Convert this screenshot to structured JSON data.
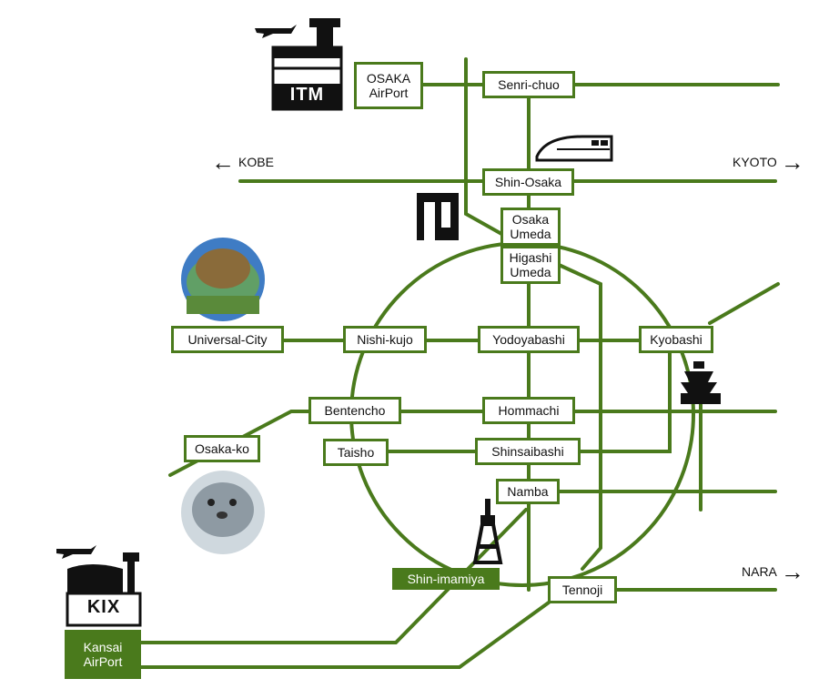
{
  "colors": {
    "line": "#4a7a1c",
    "text": "#111111",
    "label_bg": "#ffffff"
  },
  "stations": {
    "osaka_airport": "OSAKA\nAirPort",
    "senri_chuo": "Senri-chuo",
    "shin_osaka": "Shin-Osaka",
    "osaka_umeda": "Osaka\nUmeda",
    "higashi_umeda": "Higashi\nUmeda",
    "universal_city": "Universal-City",
    "nishi_kujo": "Nishi-kujo",
    "yodoyabashi": "Yodoyabashi",
    "kyobashi": "Kyobashi",
    "bentencho": "Bentencho",
    "hommachi": "Hommachi",
    "osaka_ko": "Osaka-ko",
    "taisho": "Taisho",
    "shinsaibashi": "Shinsaibashi",
    "namba": "Namba",
    "shin_imamiya": "Shin-imamiya",
    "tennoji": "Tennoji",
    "kansai_airport": "Kansai\nAirPort"
  },
  "directions": {
    "kobe": "KOBE",
    "kyoto": "KYOTO",
    "nara": "NARA"
  },
  "buildings": {
    "itm": "ITM",
    "kix": "KIX"
  },
  "icons": [
    "airplane-icon",
    "airport-tower-icon",
    "shinkansen-icon",
    "umeda-building-icon",
    "universal-globe-icon",
    "osaka-castle-icon",
    "seal-photo-icon",
    "tsutenkaku-tower-icon"
  ]
}
